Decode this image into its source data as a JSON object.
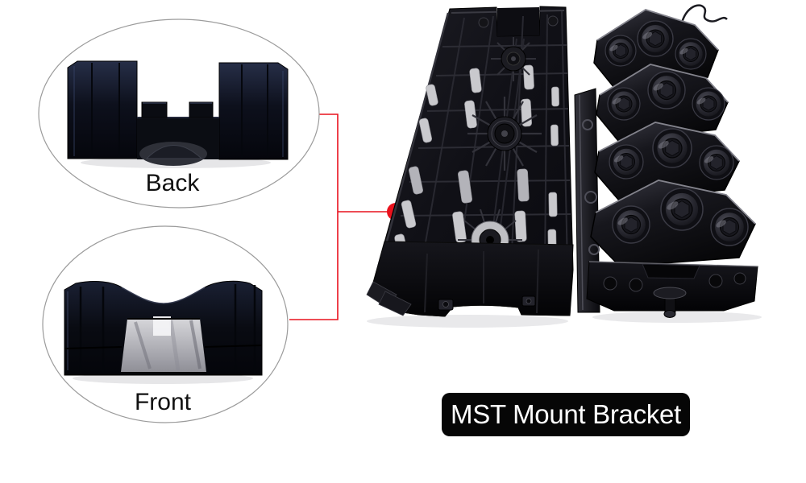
{
  "canvas": {
    "background": "#ffffff"
  },
  "insets": {
    "back": {
      "label": "Back"
    },
    "front": {
      "label": "Front"
    }
  },
  "callout": {
    "line_color": "#e9121d"
  },
  "inset_outline_color": "#9b9b9b",
  "tag": {
    "label": "MST Mount Bracket",
    "background": "#060606",
    "text_color": "#ffffff"
  }
}
